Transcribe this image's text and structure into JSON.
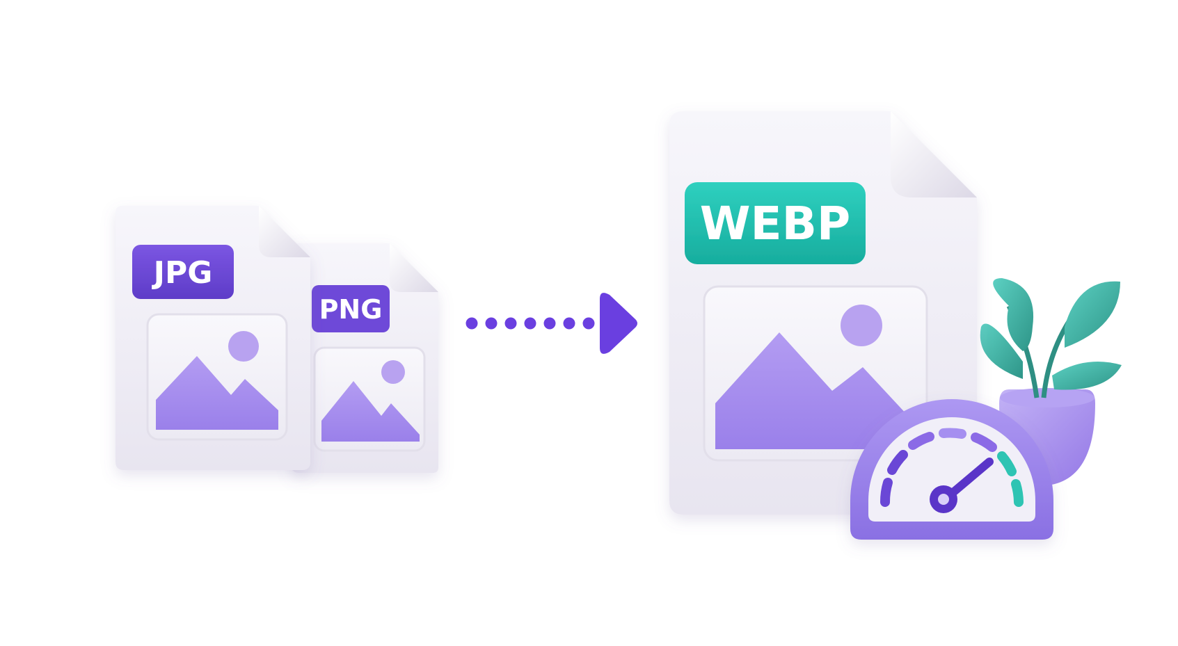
{
  "source_file": {
    "primary_format": "JPG",
    "secondary_format": "PNG"
  },
  "target_file": {
    "format": "WEBP"
  },
  "colors": {
    "jpg_badge": "#6b46d6",
    "png_badge": "#6e48d8",
    "webp_badge": "#1fbfae",
    "arrow": "#6a3fe0",
    "image_fill": "#a890ee",
    "sun": "#b8a2f0",
    "paper": "#f2f0f7",
    "gauge_body": "#9d86ec",
    "gauge_teal": "#2ec4b3",
    "leaf": "#3aa79b",
    "pot": "#a48cec"
  },
  "icons": [
    "image-file-icon",
    "mountain-image-icon",
    "dotted-arrow-icon",
    "speedometer-icon",
    "plant-icon"
  ]
}
